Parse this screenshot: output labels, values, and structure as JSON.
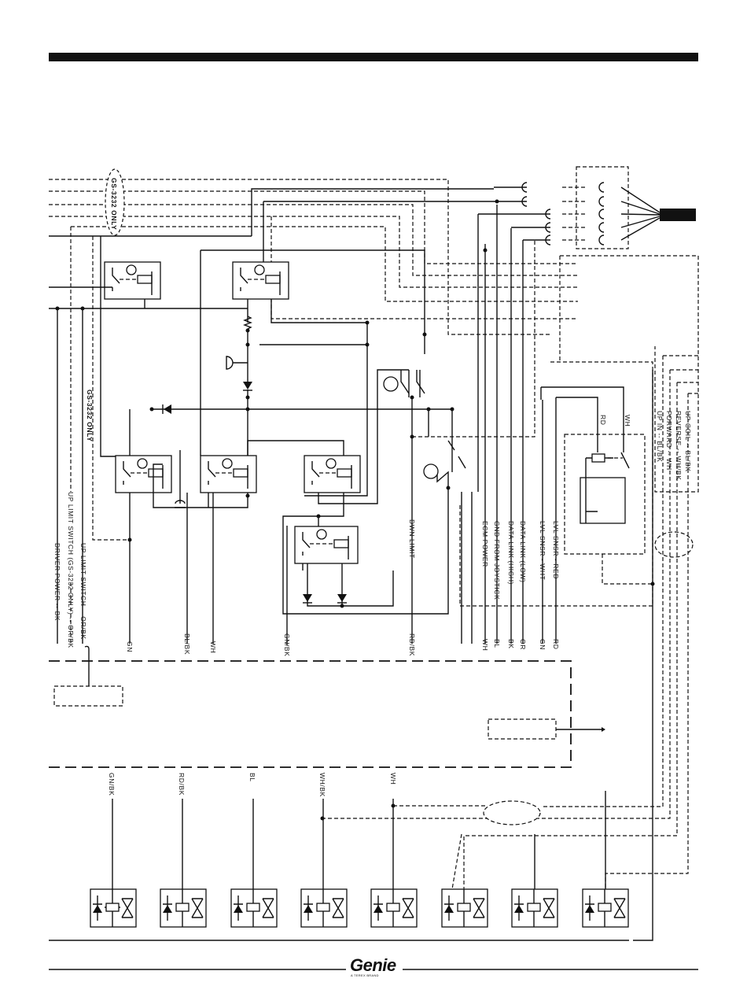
{
  "brand": {
    "logo_text": "Genie",
    "tagline": "A TEREX BRAND"
  },
  "notes": {
    "gs3232_top": "GS-3232 ONLY",
    "gs3232_left": "GS-3232 ONLY"
  },
  "left_labels": [
    {
      "text": "UP LIMIT SWITCH -- OR/BK"
    },
    {
      "text": "UP LIMIT SWITCH (GS-3232 ONLY) -- OR/BK"
    },
    {
      "text": "DRIVER POWER -- BK"
    }
  ],
  "bus_top_labels": [
    {
      "text": "BK"
    },
    {
      "text": "GN"
    },
    {
      "text": "BL/BK"
    },
    {
      "text": "WH"
    },
    {
      "text": "GN/BK"
    },
    {
      "text": "RD/BK"
    },
    {
      "text": "DWN LIMIT"
    },
    {
      "text": "ECM POWER"
    },
    {
      "text": "WH"
    },
    {
      "text": "GND FROM JOYSTICK"
    },
    {
      "text": "BL"
    },
    {
      "text": "DATA LINK (HIGH)"
    },
    {
      "text": "BK"
    },
    {
      "text": "DATA LINK (LOW)"
    },
    {
      "text": "OR"
    },
    {
      "text": "LVL SNSR - WHT"
    },
    {
      "text": "GN"
    },
    {
      "text": "LVL SNSR - RED"
    },
    {
      "text": "RD"
    }
  ],
  "sensor_labels": [
    {
      "text": "RD"
    },
    {
      "text": "WH"
    }
  ],
  "right_labels": [
    {
      "text": "UP COIL -- BL/BK"
    },
    {
      "text": "REVERSE -- WH/BK"
    },
    {
      "text": "FORWARD -- WH"
    },
    {
      "text": "UP IN -- BL/BK"
    }
  ],
  "bottom_labels": [
    {
      "text": "GN/BK"
    },
    {
      "text": "RD/BK"
    },
    {
      "text": "BL"
    },
    {
      "text": "WH/BK"
    },
    {
      "text": "WH"
    }
  ],
  "valves_count_note": "8",
  "colors": {
    "ink": "#111111",
    "paper": "#ffffff"
  }
}
